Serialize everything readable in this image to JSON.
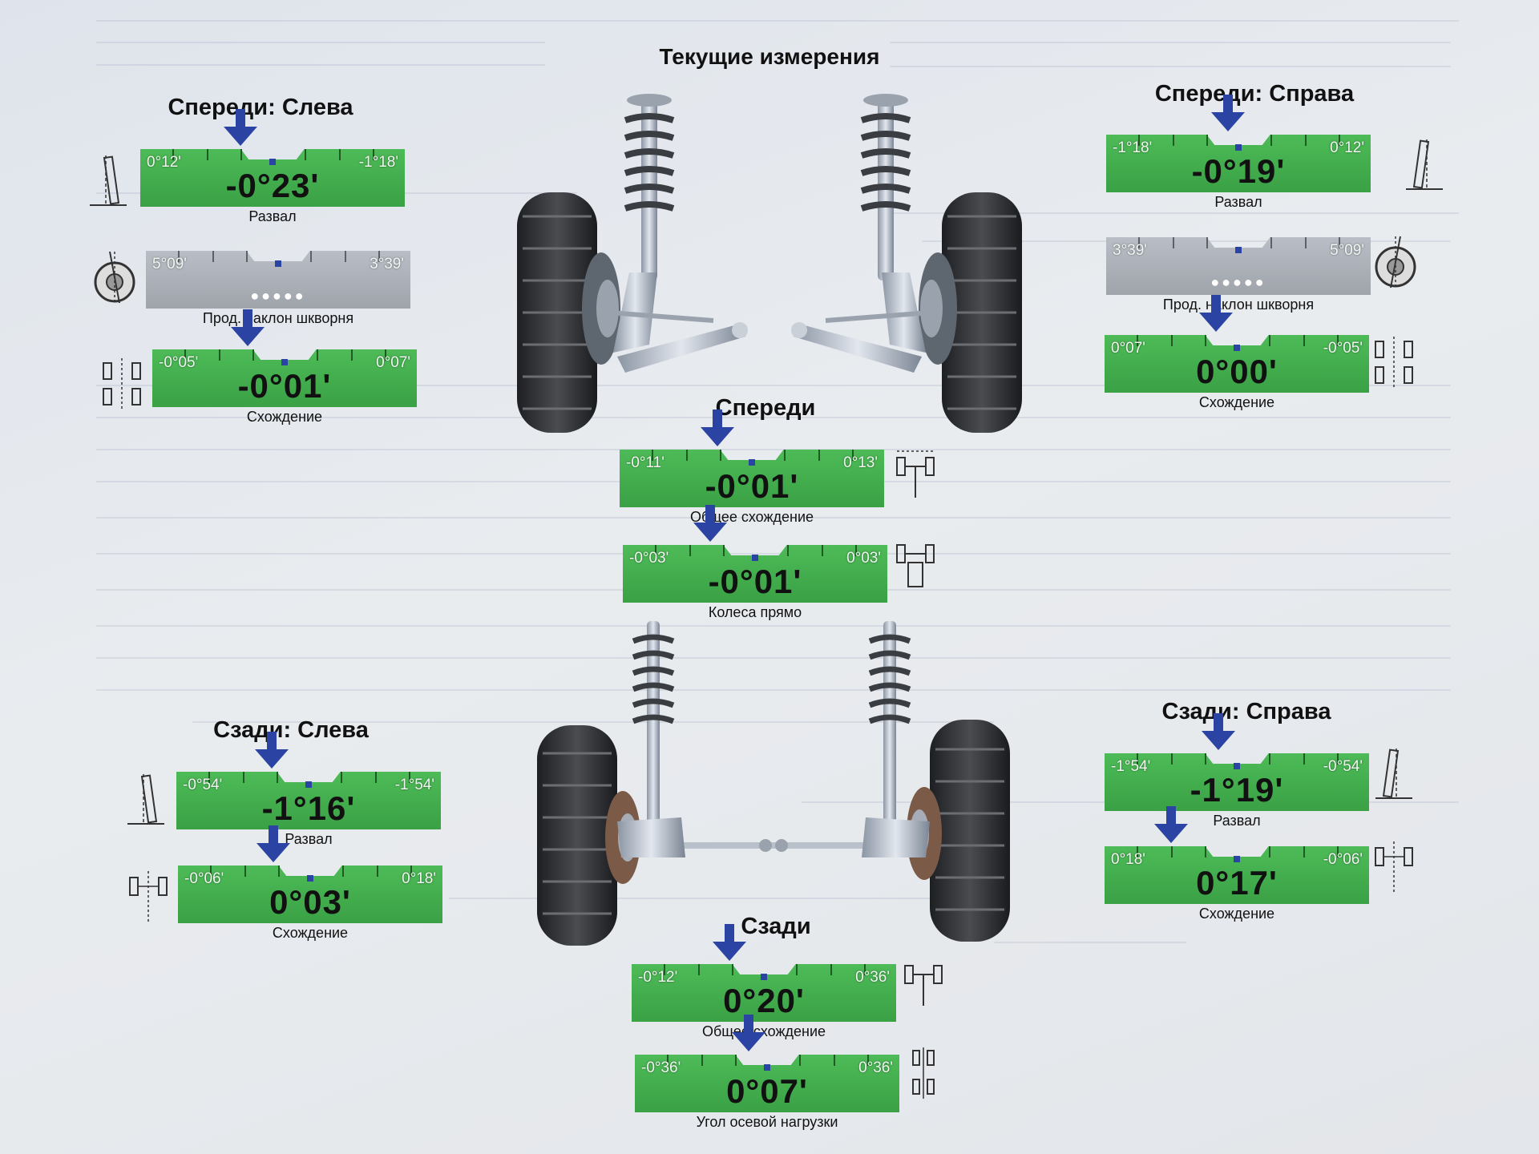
{
  "title": "Текущие измерения",
  "groups": {
    "front_left": "Спереди: Слева",
    "front_right": "Спереди: Справа",
    "front": "Спереди",
    "rear_left": "Сзади: Слева",
    "rear_right": "Сзади: Справа",
    "rear": "Сзади"
  },
  "gauges": {
    "fl_camber": {
      "left": "0°12'",
      "right": "-1°18'",
      "value": "-0°23'",
      "caption": "Развал"
    },
    "fl_caster": {
      "left": "5°09'",
      "right": "3°39'",
      "value": "",
      "caption": "Прод. наклон шкворня",
      "dots": "●●●●●"
    },
    "fl_toe": {
      "left": "-0°05'",
      "right": "0°07'",
      "value": "-0°01'",
      "caption": "Схождение"
    },
    "fr_camber": {
      "left": "-1°18'",
      "right": "0°12'",
      "value": "-0°19'",
      "caption": "Развал"
    },
    "fr_caster": {
      "left": "3°39'",
      "right": "5°09'",
      "value": "",
      "caption": "Прод. наклон шкворня",
      "dots": "●●●●●"
    },
    "fr_toe": {
      "left": "0°07'",
      "right": "-0°05'",
      "value": "0°00'",
      "caption": "Схождение"
    },
    "f_total_toe": {
      "left": "-0°11'",
      "right": "0°13'",
      "value": "-0°01'",
      "caption": "Общее схождение"
    },
    "f_straight": {
      "left": "-0°03'",
      "right": "0°03'",
      "value": "-0°01'",
      "caption": "Колеса прямо"
    },
    "rl_camber": {
      "left": "-0°54'",
      "right": "-1°54'",
      "value": "-1°16'",
      "caption": "Развал"
    },
    "rl_toe": {
      "left": "-0°06'",
      "right": "0°18'",
      "value": "0°03'",
      "caption": "Схождение"
    },
    "rr_camber": {
      "left": "-1°54'",
      "right": "-0°54'",
      "value": "-1°19'",
      "caption": "Развал"
    },
    "rr_toe": {
      "left": "0°18'",
      "right": "-0°06'",
      "value": "0°17'",
      "caption": "Схождение"
    },
    "r_total_toe": {
      "left": "-0°12'",
      "right": "0°36'",
      "value": "0°20'",
      "caption": "Общее схождение"
    },
    "r_thrust": {
      "left": "-0°36'",
      "right": "0°36'",
      "value": "0°07'",
      "caption": "Угол осевой нагрузки"
    }
  },
  "colors": {
    "in_range": "#3aa145",
    "out_of_range": "#a7acb3",
    "marker": "#2b44a3"
  }
}
